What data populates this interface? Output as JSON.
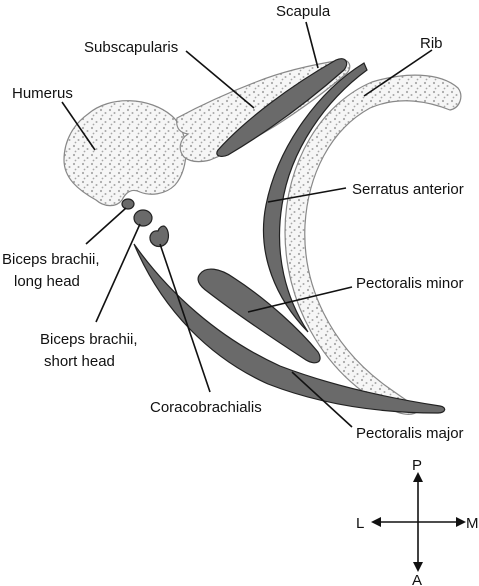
{
  "labels": {
    "scapula": "Scapula",
    "subscapularis": "Subscapularis",
    "rib": "Rib",
    "humerus": "Humerus",
    "serratus_anterior": "Serratus anterior",
    "biceps_long_1": "Biceps brachii,",
    "biceps_long_2": "long head",
    "pectoralis_minor": "Pectoralis minor",
    "biceps_short_1": "Biceps brachii,",
    "biceps_short_2": "short head",
    "coracobrachialis": "Coracobrachialis",
    "pectoralis_major": "Pectoralis major"
  },
  "compass": {
    "posterior": "P",
    "anterior": "A",
    "lateral": "L",
    "medial": "M"
  },
  "colors": {
    "muscle": "#6a6a6a",
    "bone_fill": "#f6f6f6",
    "bone_dots": "#a8a8a8",
    "line": "#111111"
  }
}
